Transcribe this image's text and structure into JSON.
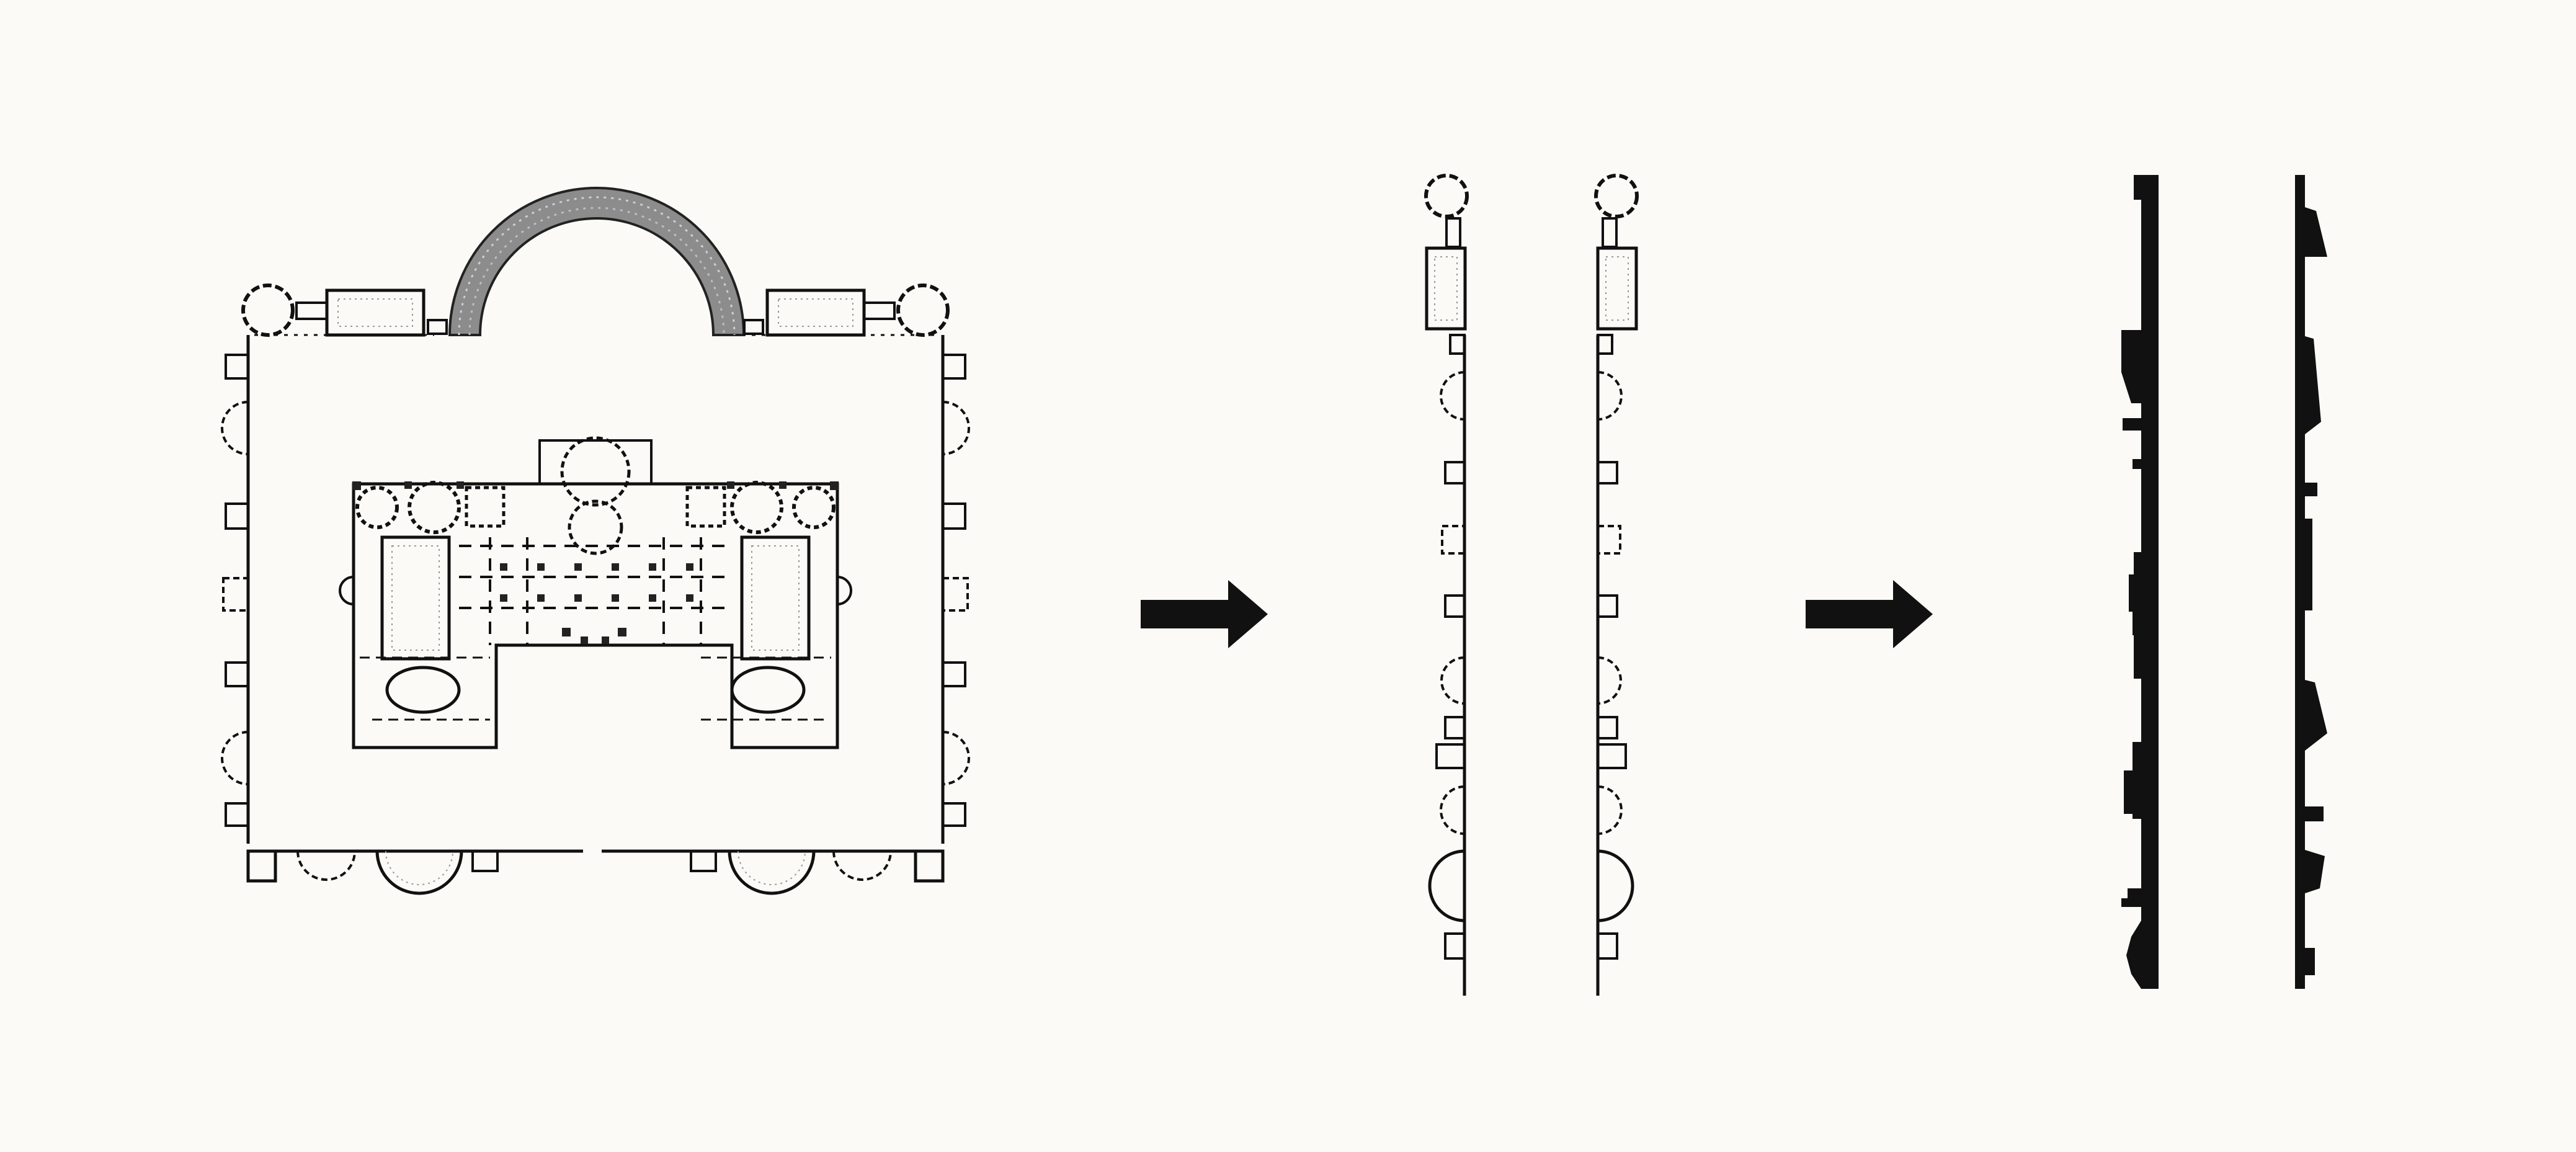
{
  "diagram": {
    "panels": [
      {
        "id": "plan",
        "icon": "floor-plan-icon",
        "description_shown": false
      },
      {
        "id": "walls",
        "icon": "wall-strips-icon",
        "description_shown": false
      },
      {
        "id": "solids",
        "icon": "solid-strips-icon",
        "description_shown": false
      }
    ],
    "arrows": [
      {
        "icon": "arrow-right-icon",
        "from": "plan",
        "to": "walls"
      },
      {
        "icon": "arrow-right-icon",
        "from": "walls",
        "to": "solids"
      }
    ]
  },
  "colors": {
    "background": "#fbfaf6",
    "ink": "#111111",
    "hatch": "#777777",
    "dots": "#9a9a9a"
  }
}
